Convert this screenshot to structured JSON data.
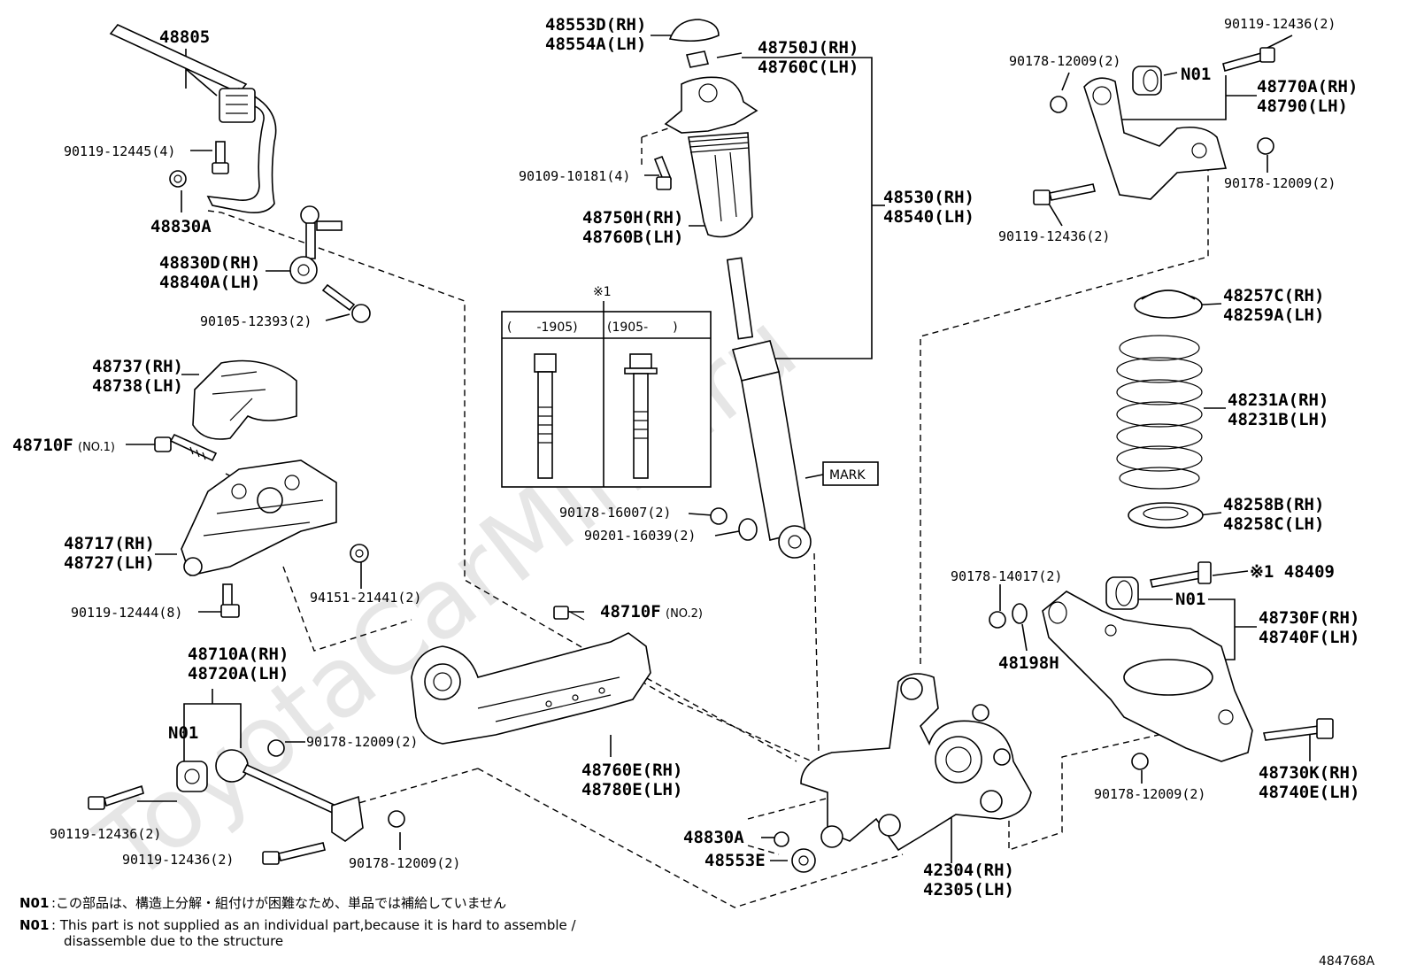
{
  "watermark": "ToyotaCarMine.ru",
  "diagram_code": "484768A",
  "labels": {
    "l48805": "48805",
    "l90119_12445": "90119-12445(4)",
    "l48830A_top": "48830A",
    "l48830D": "48830D(RH)",
    "l48840A": "48840A(LH)",
    "l90105": "90105-12393(2)",
    "l48737": "48737(RH)",
    "l48738": "48738(LH)",
    "l48710F_no1": "48710F",
    "l48710F_no1_q": "(NO.1)",
    "l48717": "48717(RH)",
    "l48727": "48727(LH)",
    "l94151": "94151-21441(2)",
    "l90119_12444": "90119-12444(8)",
    "l48710F_no2": "48710F",
    "l48710F_no2_q": "(NO.2)",
    "l48710A": "48710A(RH)",
    "l48720A": "48720A(LH)",
    "l_n01_left": "N01",
    "l90178_12009_a": "90178-12009(2)",
    "l90119_12436_a": "90119-12436(2)",
    "l90119_12436_b": "90119-12436(2)",
    "l90178_12009_b": "90178-12009(2)",
    "l48760E": "48760E(RH)",
    "l48780E": "48780E(LH)",
    "l48553D": "48553D(RH)",
    "l48554A": "48554A(LH)",
    "l48750J": "48750J(RH)",
    "l48760C": "48760C(LH)",
    "l90109": "90109-10181(4)",
    "l48750H": "48750H(RH)",
    "l48760B": "48760B(LH)",
    "l48530": "48530(RH)",
    "l48540": "48540(LH)",
    "l_note1": "※1",
    "l_range_a": "(　　-1905)",
    "l_range_b": "(1905-　　)",
    "l_mark": "MARK",
    "l90178_16007": "90178-16007(2)",
    "l90201": "90201-16039(2)",
    "l48830A_bot": "48830A",
    "l48553E": "48553E",
    "l42304": "42304(RH)",
    "l42305": "42305(LH)",
    "l90119_12436_tr": "90119-12436(2)",
    "l90178_12009_tr": "90178-12009(2)",
    "l_n01_tr": "N01",
    "l48770A": "48770A(RH)",
    "l48790": "48790(LH)",
    "l90178_12009_tr2": "90178-12009(2)",
    "l90119_12436_tr2": "90119-12436(2)",
    "l48257C": "48257C(RH)",
    "l48259A": "48259A(LH)",
    "l48231A": "48231A(RH)",
    "l48231B": "48231B(LH)",
    "l48258B": "48258B(RH)",
    "l48258C": "48258C(LH)",
    "l90178_14017": "90178-14017(2)",
    "l48409": "※1 48409",
    "l_n01_br": "N01",
    "l48730F": "48730F(RH)",
    "l48740F": "48740F(LH)",
    "l48198H": "48198H",
    "l48730K": "48730K(RH)",
    "l48740E": "48740E(LH)",
    "l90178_12009_br": "90178-12009(2)"
  },
  "notes": {
    "n01_jp_key": "N01",
    "n01_jp_text": ":この部品は、構造上分解・組付けが困難なため、単品では補給していません",
    "n01_en_key": "N01",
    "n01_en_text1": ": This part is not supplied as an individual part,because it is hard to assemble /",
    "n01_en_text2": "disassemble due to the structure"
  }
}
